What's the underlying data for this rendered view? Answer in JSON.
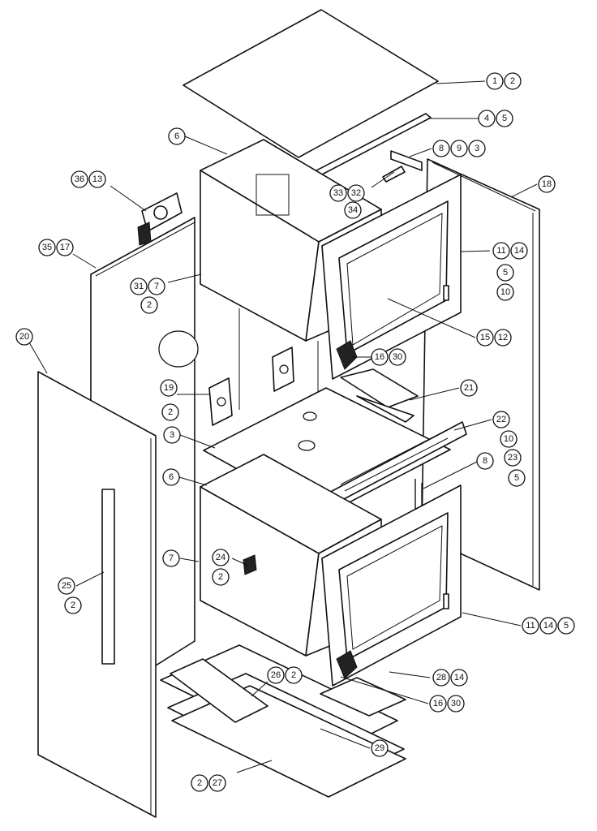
{
  "diagram": {
    "callouts": [
      [
        "1",
        "2"
      ],
      [
        "4",
        "5"
      ],
      [
        "8",
        "9",
        "3"
      ],
      [
        "6"
      ],
      [
        "18"
      ],
      [
        "36",
        "13"
      ],
      [
        "33",
        "32"
      ],
      [
        "34"
      ],
      [
        "35",
        "17"
      ],
      [
        "11",
        "14"
      ],
      [
        "5"
      ],
      [
        "10"
      ],
      [
        "31",
        "7"
      ],
      [
        "2"
      ],
      [
        "20"
      ],
      [
        "15",
        "12"
      ],
      [
        "16",
        "30"
      ],
      [
        "19"
      ],
      [
        "2"
      ],
      [
        "21"
      ],
      [
        "22"
      ],
      [
        "10"
      ],
      [
        "23"
      ],
      [
        "5"
      ],
      [
        "3"
      ],
      [
        "6"
      ],
      [
        "8"
      ],
      [
        "7"
      ],
      [
        "24"
      ],
      [
        "2"
      ],
      [
        "25"
      ],
      [
        "2"
      ],
      [
        "11",
        "14",
        "5"
      ],
      [
        "26",
        "2"
      ],
      [
        "28",
        "14"
      ],
      [
        "16",
        "30"
      ],
      [
        "29"
      ],
      [
        "2",
        "27"
      ]
    ]
  }
}
